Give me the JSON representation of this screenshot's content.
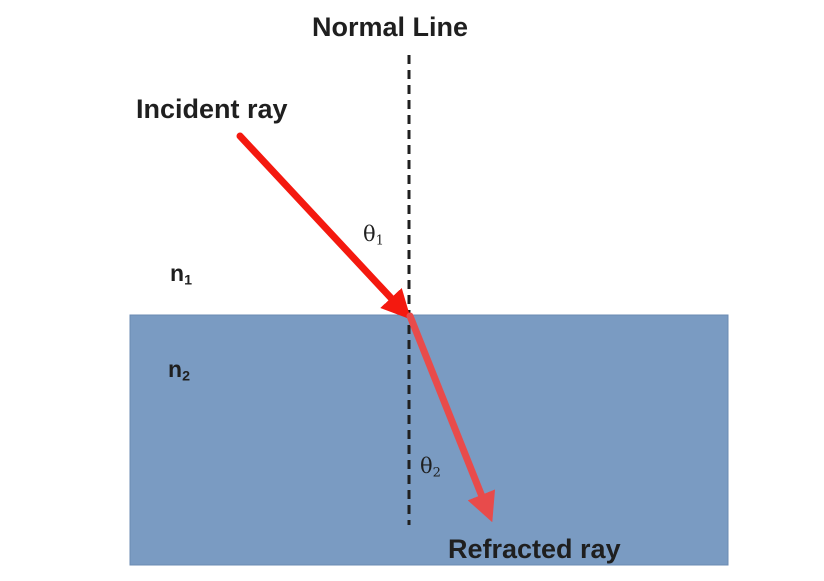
{
  "labels": {
    "normal_line": "Normal Line",
    "incident_ray": "Incident ray",
    "refracted_ray": "Refracted ray"
  },
  "media": {
    "n1": {
      "symbol": "n",
      "subscript": "1"
    },
    "n2": {
      "symbol": "n",
      "subscript": "2"
    }
  },
  "angles": {
    "theta1": {
      "symbol": "θ",
      "subscript": "1"
    },
    "theta2": {
      "symbol": "θ",
      "subscript": "2"
    }
  },
  "colors": {
    "incident_ray": "#f4190f",
    "refracted_ray": "#e84b4b",
    "medium2": "#7a9bc2",
    "medium2_border": "#6b8bb3",
    "normal_line": "#1f1f1f",
    "background": "#ffffff"
  }
}
